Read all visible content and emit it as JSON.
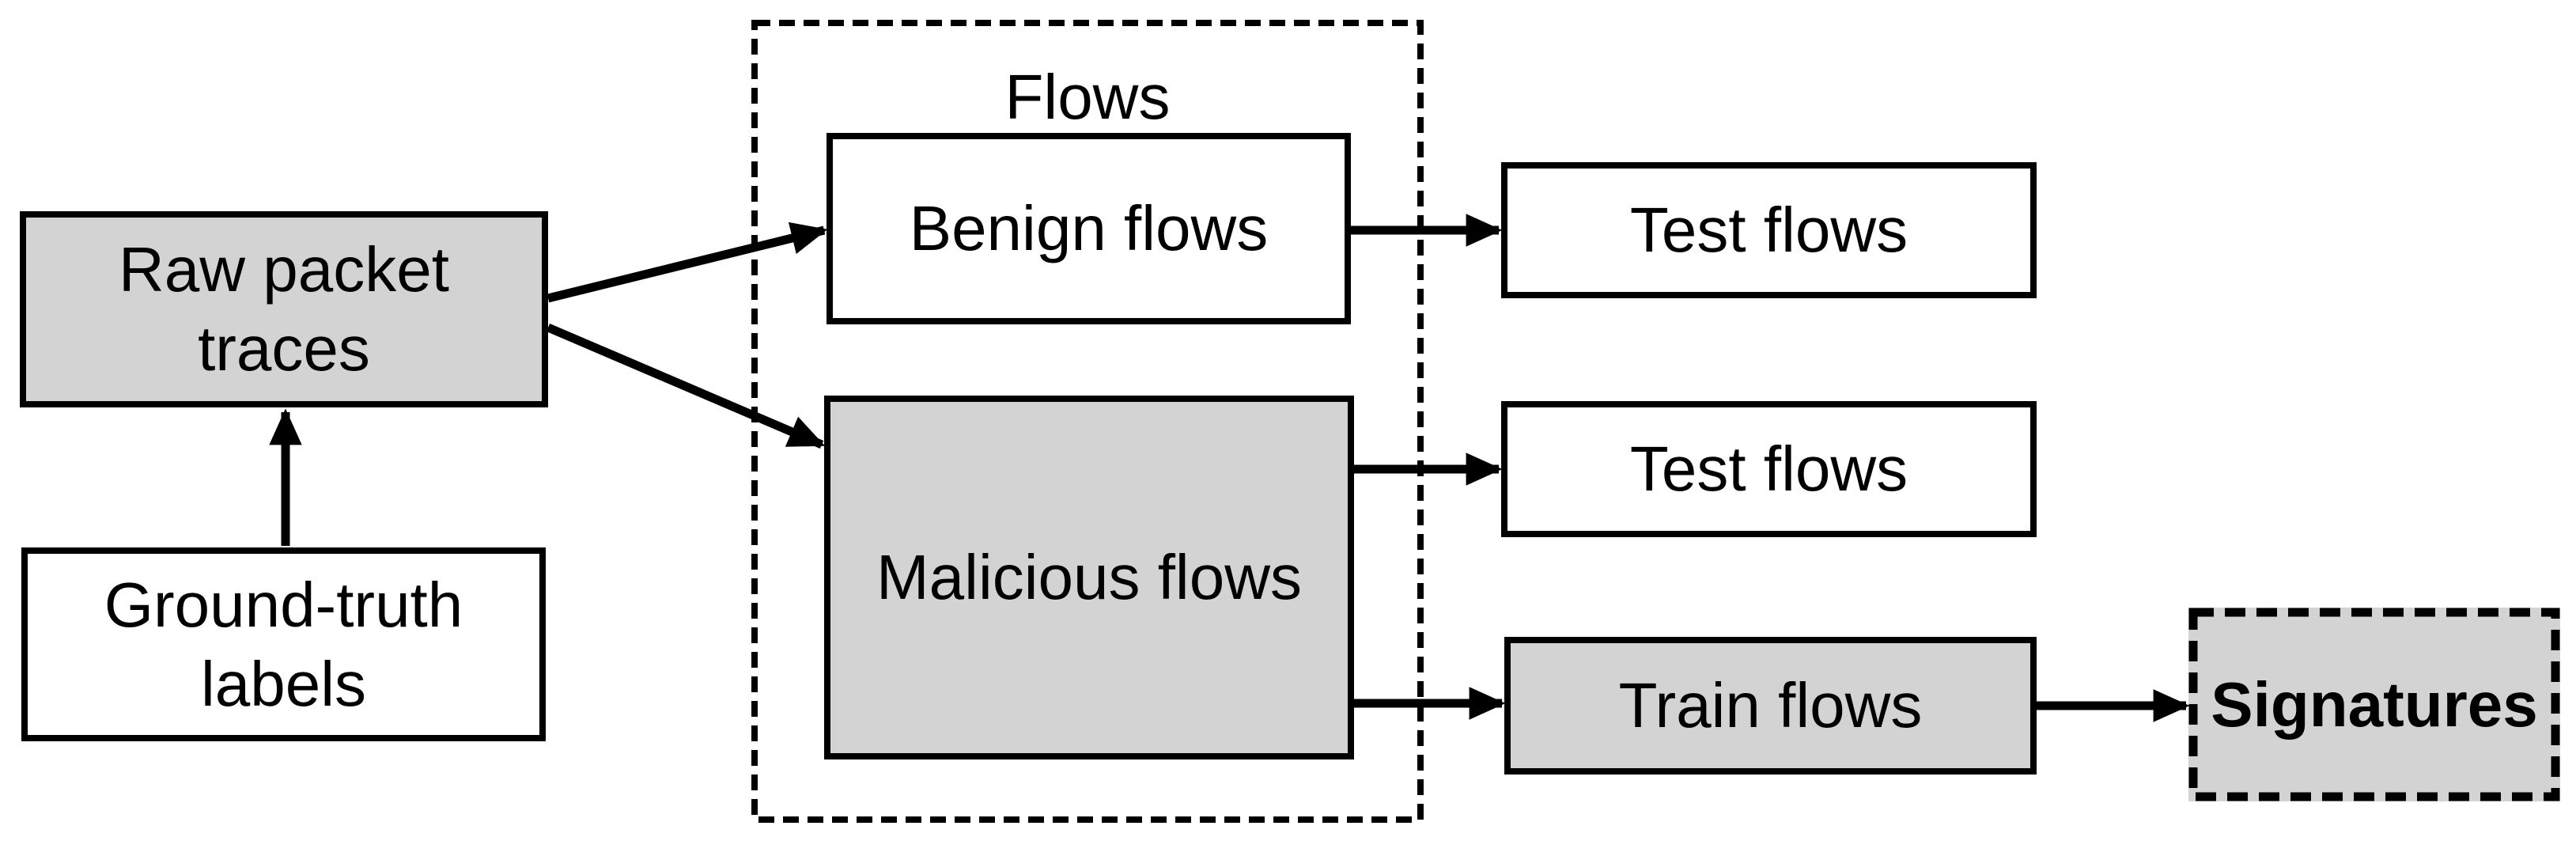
{
  "colors": {
    "background": "#ffffff",
    "text": "#000000",
    "line": "#000000",
    "shaded_fill": "#d3d3d3",
    "plain_fill": "#ffffff"
  },
  "nodes": {
    "raw_packet_traces": {
      "label": "Raw packet traces",
      "shaded": true,
      "border": "solid"
    },
    "ground_truth_labels": {
      "label": "Ground-truth labels",
      "shaded": false,
      "border": "solid"
    },
    "flows_group": {
      "label": "Flows",
      "shaded": false,
      "border": "dashed"
    },
    "benign_flows": {
      "label": "Benign flows",
      "shaded": false,
      "border": "solid"
    },
    "malicious_flows": {
      "label": "Malicious flows",
      "shaded": true,
      "border": "solid"
    },
    "test_flows_benign": {
      "label": "Test flows",
      "shaded": false,
      "border": "solid"
    },
    "test_flows_malicious": {
      "label": "Test flows",
      "shaded": false,
      "border": "solid"
    },
    "train_flows": {
      "label": "Train flows",
      "shaded": true,
      "border": "solid"
    },
    "signatures": {
      "label": "Signatures",
      "shaded": true,
      "border": "dashed",
      "bold": true
    }
  },
  "edges": [
    {
      "from": "ground_truth_labels",
      "to": "raw_packet_traces"
    },
    {
      "from": "raw_packet_traces",
      "to": "benign_flows"
    },
    {
      "from": "raw_packet_traces",
      "to": "malicious_flows"
    },
    {
      "from": "benign_flows",
      "to": "test_flows_benign"
    },
    {
      "from": "malicious_flows",
      "to": "test_flows_malicious"
    },
    {
      "from": "malicious_flows",
      "to": "train_flows"
    },
    {
      "from": "train_flows",
      "to": "signatures"
    }
  ]
}
